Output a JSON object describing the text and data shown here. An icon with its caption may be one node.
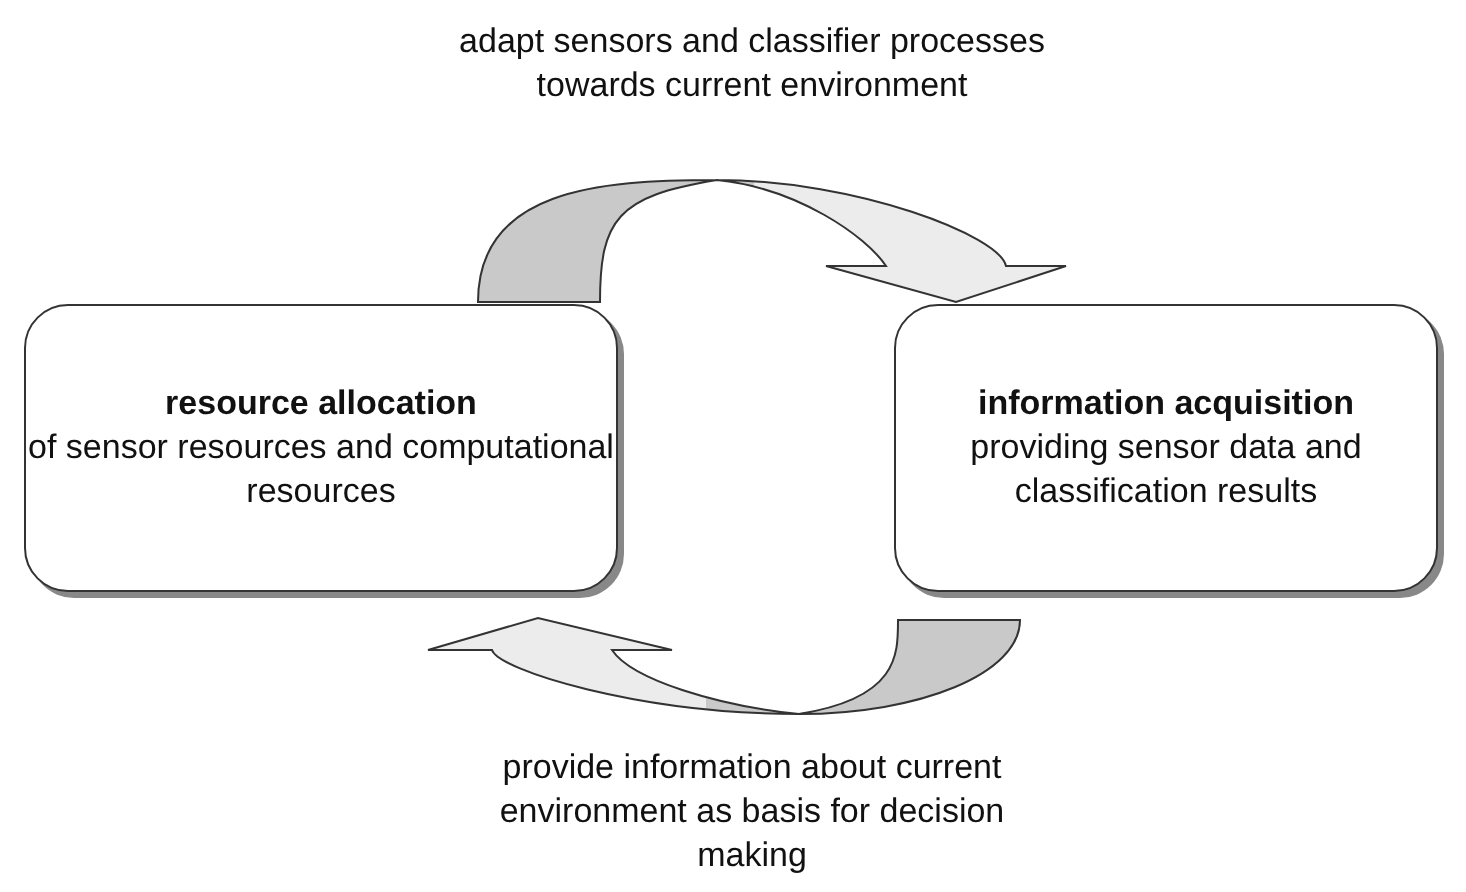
{
  "diagram": {
    "nodes": [
      {
        "text": [
          "resource allocation",
          "of sensor resources and computational resources"
        ]
      },
      {
        "text": [
          "information acquisition",
          "providing sensor data and classification results"
        ]
      }
    ],
    "edges": [
      {
        "from": 0,
        "to": 1,
        "arrow": "to",
        "label": "adapt sensors and classifier processes towards current environment"
      },
      {
        "from": 1,
        "to": 0,
        "arrow": "to",
        "label": "provide information about current environment as basis for decision making"
      }
    ]
  }
}
